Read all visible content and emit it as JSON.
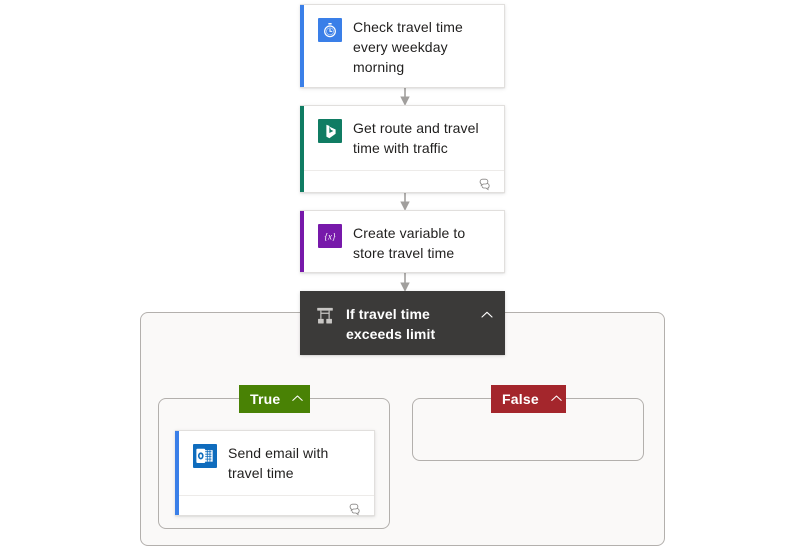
{
  "flow": {
    "background_color": "#ffffff",
    "scope_fill": "#faf9f8",
    "scope_border": "#b3b0ad",
    "connector_color": "#8a8886"
  },
  "nodes": [
    {
      "id": "trigger-recurrence",
      "title": "Check travel time every weekday morning",
      "icon_name": "clock-timer-icon",
      "icon_bg": "#3a7fe8",
      "accent_color": "#3a7fe8",
      "has_footer": false
    },
    {
      "id": "bing-maps-route",
      "title": "Get route and travel time with traffic",
      "icon_name": "bing-maps-icon",
      "icon_bg": "#107c63",
      "accent_color": "#107c63",
      "has_footer": true
    },
    {
      "id": "initialize-variable",
      "title": "Create variable to store travel time",
      "icon_name": "variable-braces-icon",
      "icon_bg": "#7719aa",
      "accent_color": "#7719aa",
      "has_footer": false
    }
  ],
  "condition": {
    "id": "condition-travel-time",
    "title": "If travel time exceeds limit",
    "icon_name": "condition-branch-icon",
    "background": "#3b3a39",
    "collapse_icon_name": "chevron-up-icon"
  },
  "branches": {
    "true": {
      "label": "True",
      "color": "#498205",
      "collapse_icon_name": "chevron-up-icon",
      "actions": [
        {
          "id": "send-email",
          "title": "Send email with travel time",
          "icon_name": "outlook-mail-icon",
          "icon_bg": "#0f6cbd",
          "accent_color": "#3a7fe8",
          "has_footer": true
        }
      ]
    },
    "false": {
      "label": "False",
      "color": "#a4262c",
      "collapse_icon_name": "chevron-up-icon",
      "actions": []
    }
  },
  "footer_icon_name": "comments-icon"
}
